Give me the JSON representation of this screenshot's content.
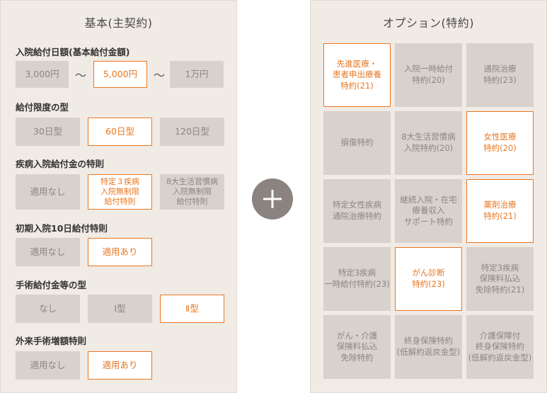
{
  "base": {
    "title": "基本(主契約)",
    "sections": [
      {
        "label": "入院給付日額(基本給付金額)",
        "options": [
          "3,000円",
          "5,000円",
          "1万円"
        ],
        "selected": 1
      },
      {
        "label": "給付限度の型",
        "options": [
          "30日型",
          "60日型",
          "120日型"
        ],
        "selected": 1
      },
      {
        "label": "疾病入院給付金の特則",
        "options": [
          "適用なし",
          "特定３疾病\n入院無制限\n給付特則",
          "8大生活習慣病\n入院無制限\n給付特則"
        ],
        "selected": 1
      },
      {
        "label": "初期入院10日給付特則",
        "options": [
          "適用なし",
          "適用あり"
        ],
        "selected": 1
      },
      {
        "label": "手術給付金等の型",
        "options": [
          "なし",
          "Ⅰ型",
          "Ⅱ型"
        ],
        "selected": 2
      },
      {
        "label": "外来手術増額特則",
        "options": [
          "適用なし",
          "適用あり"
        ],
        "selected": 1
      }
    ],
    "tilde": "〜"
  },
  "option": {
    "title": "オプション(特約)",
    "items": [
      {
        "label": "先進医療・\n患者申出療養\n特約(21)",
        "selected": true
      },
      {
        "label": "入院一時給付\n特約(20)",
        "selected": false
      },
      {
        "label": "通院治療\n特約(23)",
        "selected": false
      },
      {
        "label": "損傷特約",
        "selected": false
      },
      {
        "label": "8大生活習慣病\n入院特約(20)",
        "selected": false
      },
      {
        "label": "女性医療\n特約(20)",
        "selected": true
      },
      {
        "label": "特定女性疾病\n通院治療特約",
        "selected": false
      },
      {
        "label": "継続入院・在宅\n療養収入\nサポート特約",
        "selected": false
      },
      {
        "label": "薬剤治療\n特約(21)",
        "selected": true
      },
      {
        "label": "特定3疾病\n一時給付特約(23)",
        "selected": false
      },
      {
        "label": "がん診断\n特約(23)",
        "selected": true
      },
      {
        "label": "特定3疾病\n保険料払込\n免除特約(21)",
        "selected": false
      },
      {
        "label": "がん・介護\n保険料払込\n免除特約",
        "selected": false
      },
      {
        "label": "終身保険特約\n(低解約返戻金型)",
        "selected": false
      },
      {
        "label": "介護保障付\n終身保険特約\n(低解約返戻金型)",
        "selected": false
      }
    ]
  },
  "colors": {
    "panel_bg": "#f1ebe6",
    "box_bg": "#d8d1cc",
    "accent": "#e87722",
    "plus_bg": "#8a837f"
  },
  "icons": [
    "plus-icon"
  ]
}
